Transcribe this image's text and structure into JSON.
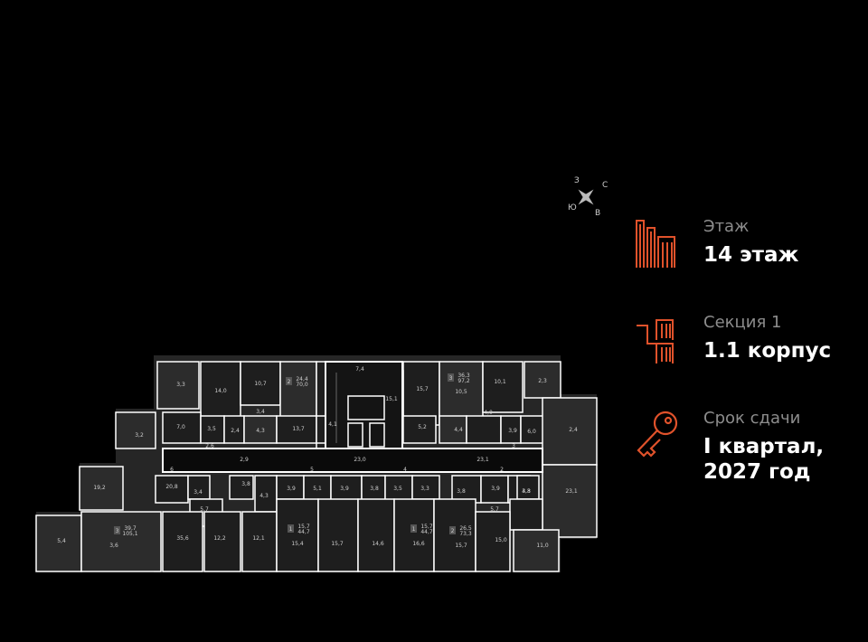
{
  "compass": {
    "n": "С",
    "e": "В",
    "s": "Ю",
    "w": "З"
  },
  "info": {
    "floor": {
      "label": "Этаж",
      "value": "14 этаж",
      "icon": "building-floor-icon"
    },
    "section": {
      "label": "Секция 1",
      "value": "1.1 корпус",
      "icon": "building-section-icon"
    },
    "deadline": {
      "label": "Срок сдачи",
      "value_line1": "I квартал,",
      "value_line2": "2027 год",
      "icon": "key-icon"
    }
  },
  "colors": {
    "accent": "#e0522b",
    "label": "#8c8c8c",
    "room_dark": "#1e1e1e",
    "room_light": "#2c2c2c",
    "wall": "#ffffff"
  },
  "floorplan": {
    "rooms": [
      "3,3",
      "14,0",
      "10,7",
      "3,4",
      "7,4",
      "15,7",
      "10,5",
      "10,1",
      "2,3",
      "15,1",
      "3,2",
      "7,0",
      "3,5",
      "2,4",
      "4,3",
      "13,7",
      "4,1",
      "5,2",
      "4,4",
      "4,0",
      "3,9",
      "6,0",
      "2,4",
      "2,9",
      "23,0",
      "23,1",
      "19,2",
      "20,8",
      "3,4",
      "3,8",
      "4,3",
      "3,9",
      "5,1",
      "3,9",
      "3,8",
      "3,5",
      "3,3",
      "3,8",
      "3,9",
      "5,7",
      "3,8",
      "4,3",
      "23,1",
      "5,7",
      "5,4",
      "3,6",
      "35,6",
      "12,2",
      "12,1",
      "15,4",
      "15,7",
      "14,6",
      "16,6",
      "15,7",
      "15,0",
      "11,0",
      "2,6",
      "6",
      "5",
      "4",
      "2",
      "3",
      "2",
      "1"
    ],
    "apartments": [
      {
        "rooms": "2",
        "area1": "24,4",
        "area2": "70,0"
      },
      {
        "rooms": "3",
        "area1": "36,3",
        "area2": "97,2"
      },
      {
        "rooms": "3",
        "area1": "39,7",
        "area2": "105,1"
      },
      {
        "rooms": "1",
        "area1": "15,7",
        "area2": "44,7"
      },
      {
        "rooms": "1",
        "area1": "15,7",
        "area2": "44,7"
      },
      {
        "rooms": "2",
        "area1": "26,5",
        "area2": "73,3"
      }
    ]
  }
}
